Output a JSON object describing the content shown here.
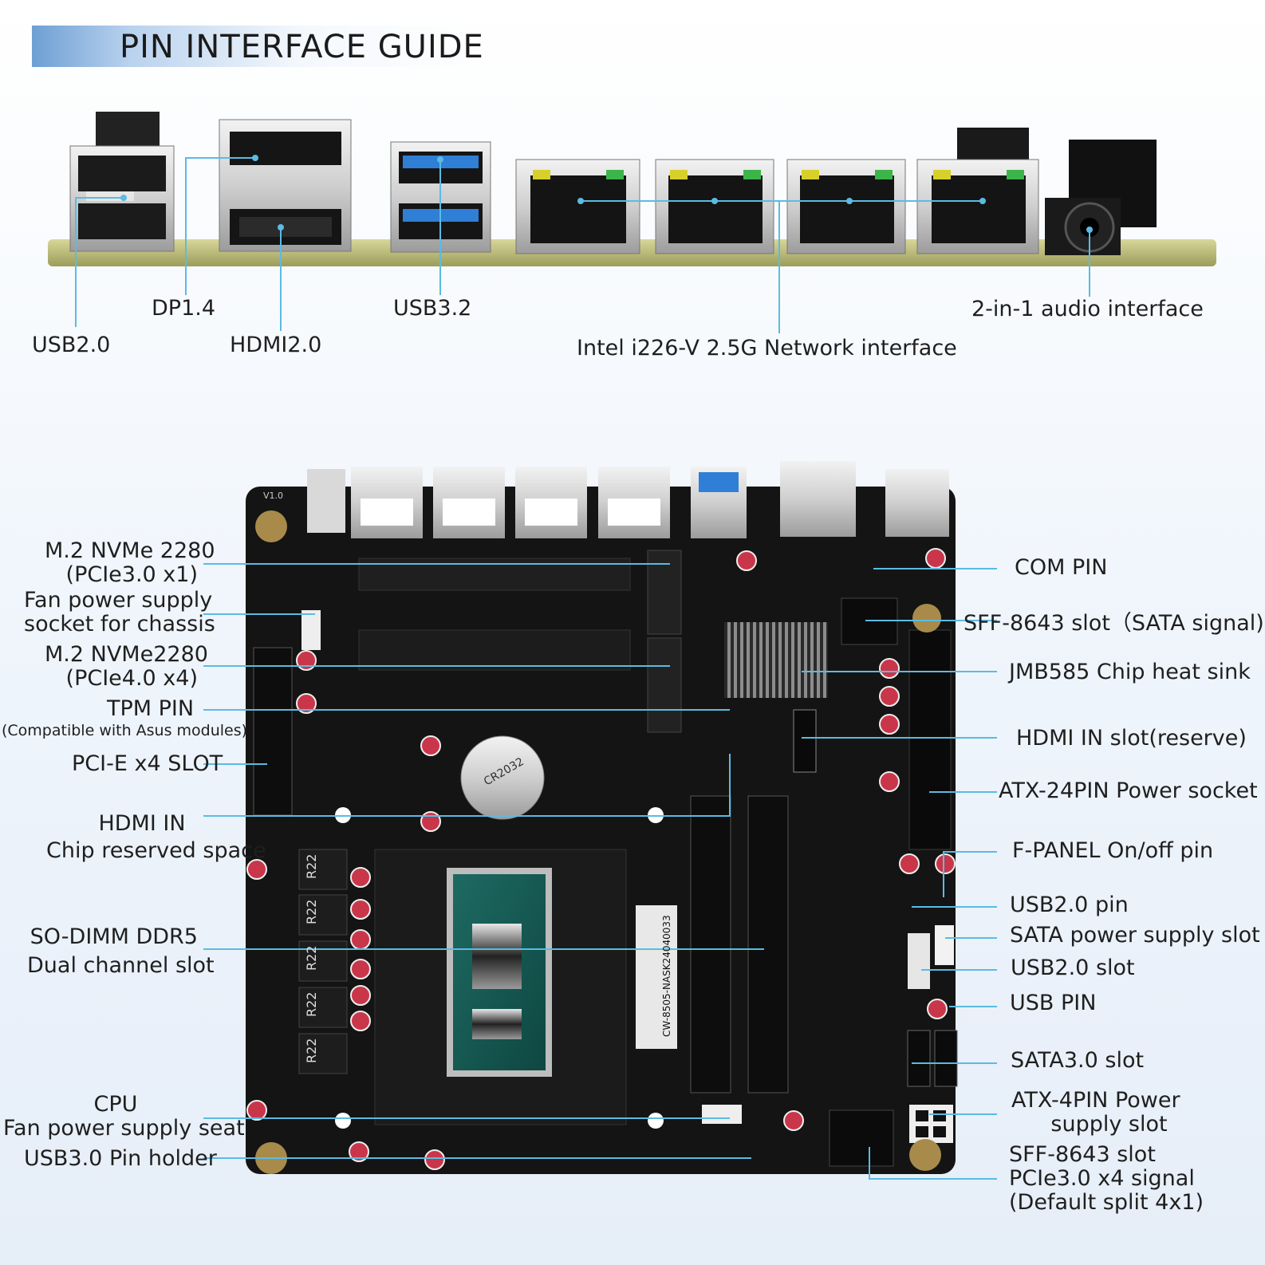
{
  "title": "PIN INTERFACE GUIDE",
  "top_labels": {
    "usb20": "USB2.0",
    "dp14": "DP1.4",
    "hdmi20": "HDMI2.0",
    "usb32": "USB3.2",
    "network": "Intel i226-V 2.5G Network interface",
    "audio": "2-in-1 audio interface"
  },
  "left_labels": {
    "m2_pcie3": [
      "M.2 NVMe 2280",
      "(PCIe3.0 x1)"
    ],
    "fan_chassis": [
      "Fan power supply",
      "socket for chassis"
    ],
    "m2_pcie4": [
      "M.2 NVMe2280",
      "(PCIe4.0 x4)"
    ],
    "tpm": [
      "TPM  PIN",
      "(Compatible with Asus modules)"
    ],
    "pcie_slot": "PCI-E x4  SLOT",
    "hdmi_in_space": [
      "HDMI IN",
      "Chip reserved space"
    ],
    "sodimm": [
      "SO-DIMM DDR5",
      "Dual channel slot"
    ],
    "cpu_fan": [
      "CPU",
      "Fan power supply seat"
    ],
    "usb30_pin": "USB3.0  Pin holder"
  },
  "right_labels": {
    "com": "COM PIN",
    "sff_sata": "SFF-8643 slot（SATA signal)",
    "jmb585": "JMB585 Chip heat sink",
    "hdmi_in": "HDMI IN slot(reserve)",
    "atx24": "ATX-24PIN Power socket",
    "fpanel": "F-PANEL On/off pin",
    "usb20_pin": "USB2.0 pin",
    "sata_power": "SATA power supply slot",
    "usb20_slot": "USB2.0 slot",
    "usb_pin": "USB PIN",
    "sata30": "SATA3.0 slot",
    "atx4": [
      "ATX-4PIN Power",
      "supply slot"
    ],
    "sff_pcie": [
      "SFF-8643 slot",
      "PCIe3.0 x4 signal",
      "(Default split 4x1)"
    ]
  },
  "board_markings": {
    "cpu_label": "CW-8505-NASK24040033",
    "battery": "CR2032",
    "inductor": "R22",
    "version": "V1.0"
  },
  "colors": {
    "leader_line": "#5bbbe3",
    "pcb_top": "#c9c98a",
    "pcb_board": "#141414",
    "usb3_blue": "#2f7fd6",
    "title_gradient": "#6e9fd4"
  }
}
